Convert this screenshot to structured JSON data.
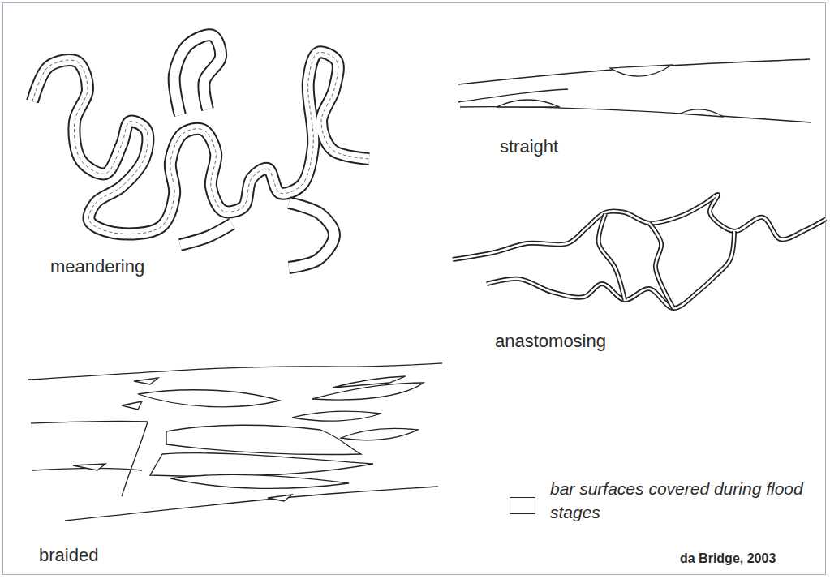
{
  "diagram": {
    "labels": [
      "meandering",
      "straight",
      "anastomosing",
      "braided",
      "da Bridge, 2003"
    ],
    "legend": [
      {
        "text": "bar surfaces covered during flood stages",
        "color": "#ffffff"
      }
    ]
  }
}
